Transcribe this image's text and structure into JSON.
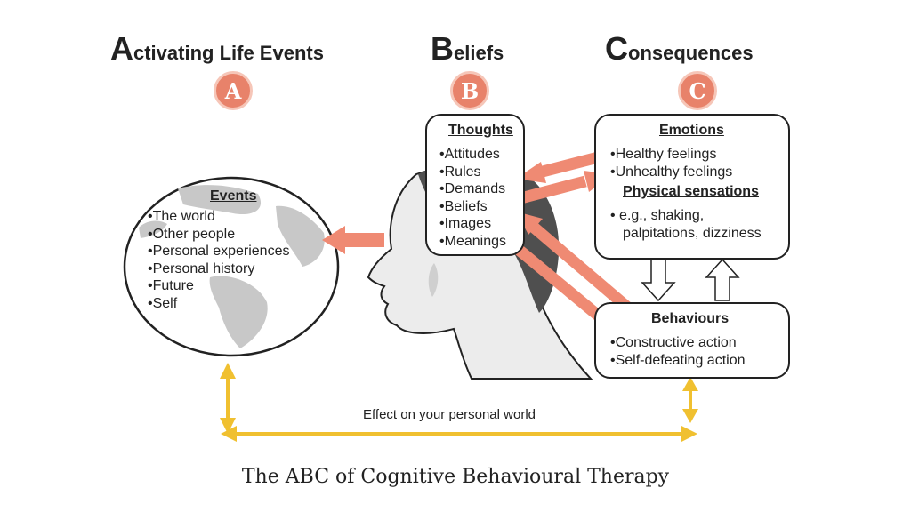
{
  "columns": {
    "a": {
      "initial": "A",
      "rest": "ctivating Life Events",
      "badge": "A"
    },
    "b": {
      "initial": "B",
      "rest": "eliefs",
      "badge": "B"
    },
    "c": {
      "initial": "C",
      "rest": "onsequences",
      "badge": "C"
    }
  },
  "events": {
    "heading": "Events",
    "items": [
      "The world",
      "Other people",
      "Personal experiences",
      "Personal history",
      "Future",
      "Self"
    ]
  },
  "thoughts": {
    "heading": "Thoughts",
    "items": [
      "Attitudes",
      "Rules",
      "Demands",
      "Beliefs",
      "Images",
      "Meanings"
    ]
  },
  "emotions": {
    "heading": "Emotions",
    "items": [
      "Healthy feelings",
      "Unhealthy feelings"
    ],
    "physical_heading": "Physical sensations",
    "physical_items": [
      "e.g., shaking,",
      "palpitations, dizziness"
    ]
  },
  "behaviours": {
    "heading": "Behaviours",
    "items": [
      "Constructive action",
      "Self-defeating action"
    ]
  },
  "effect_label": "Effect on your personal world",
  "caption": "The ABC of Cognitive Behavioural Therapy",
  "colors": {
    "accent": "#e8826a",
    "arrow": "#ef8a73",
    "yellow": "#f0c030",
    "outline": "#222222"
  }
}
